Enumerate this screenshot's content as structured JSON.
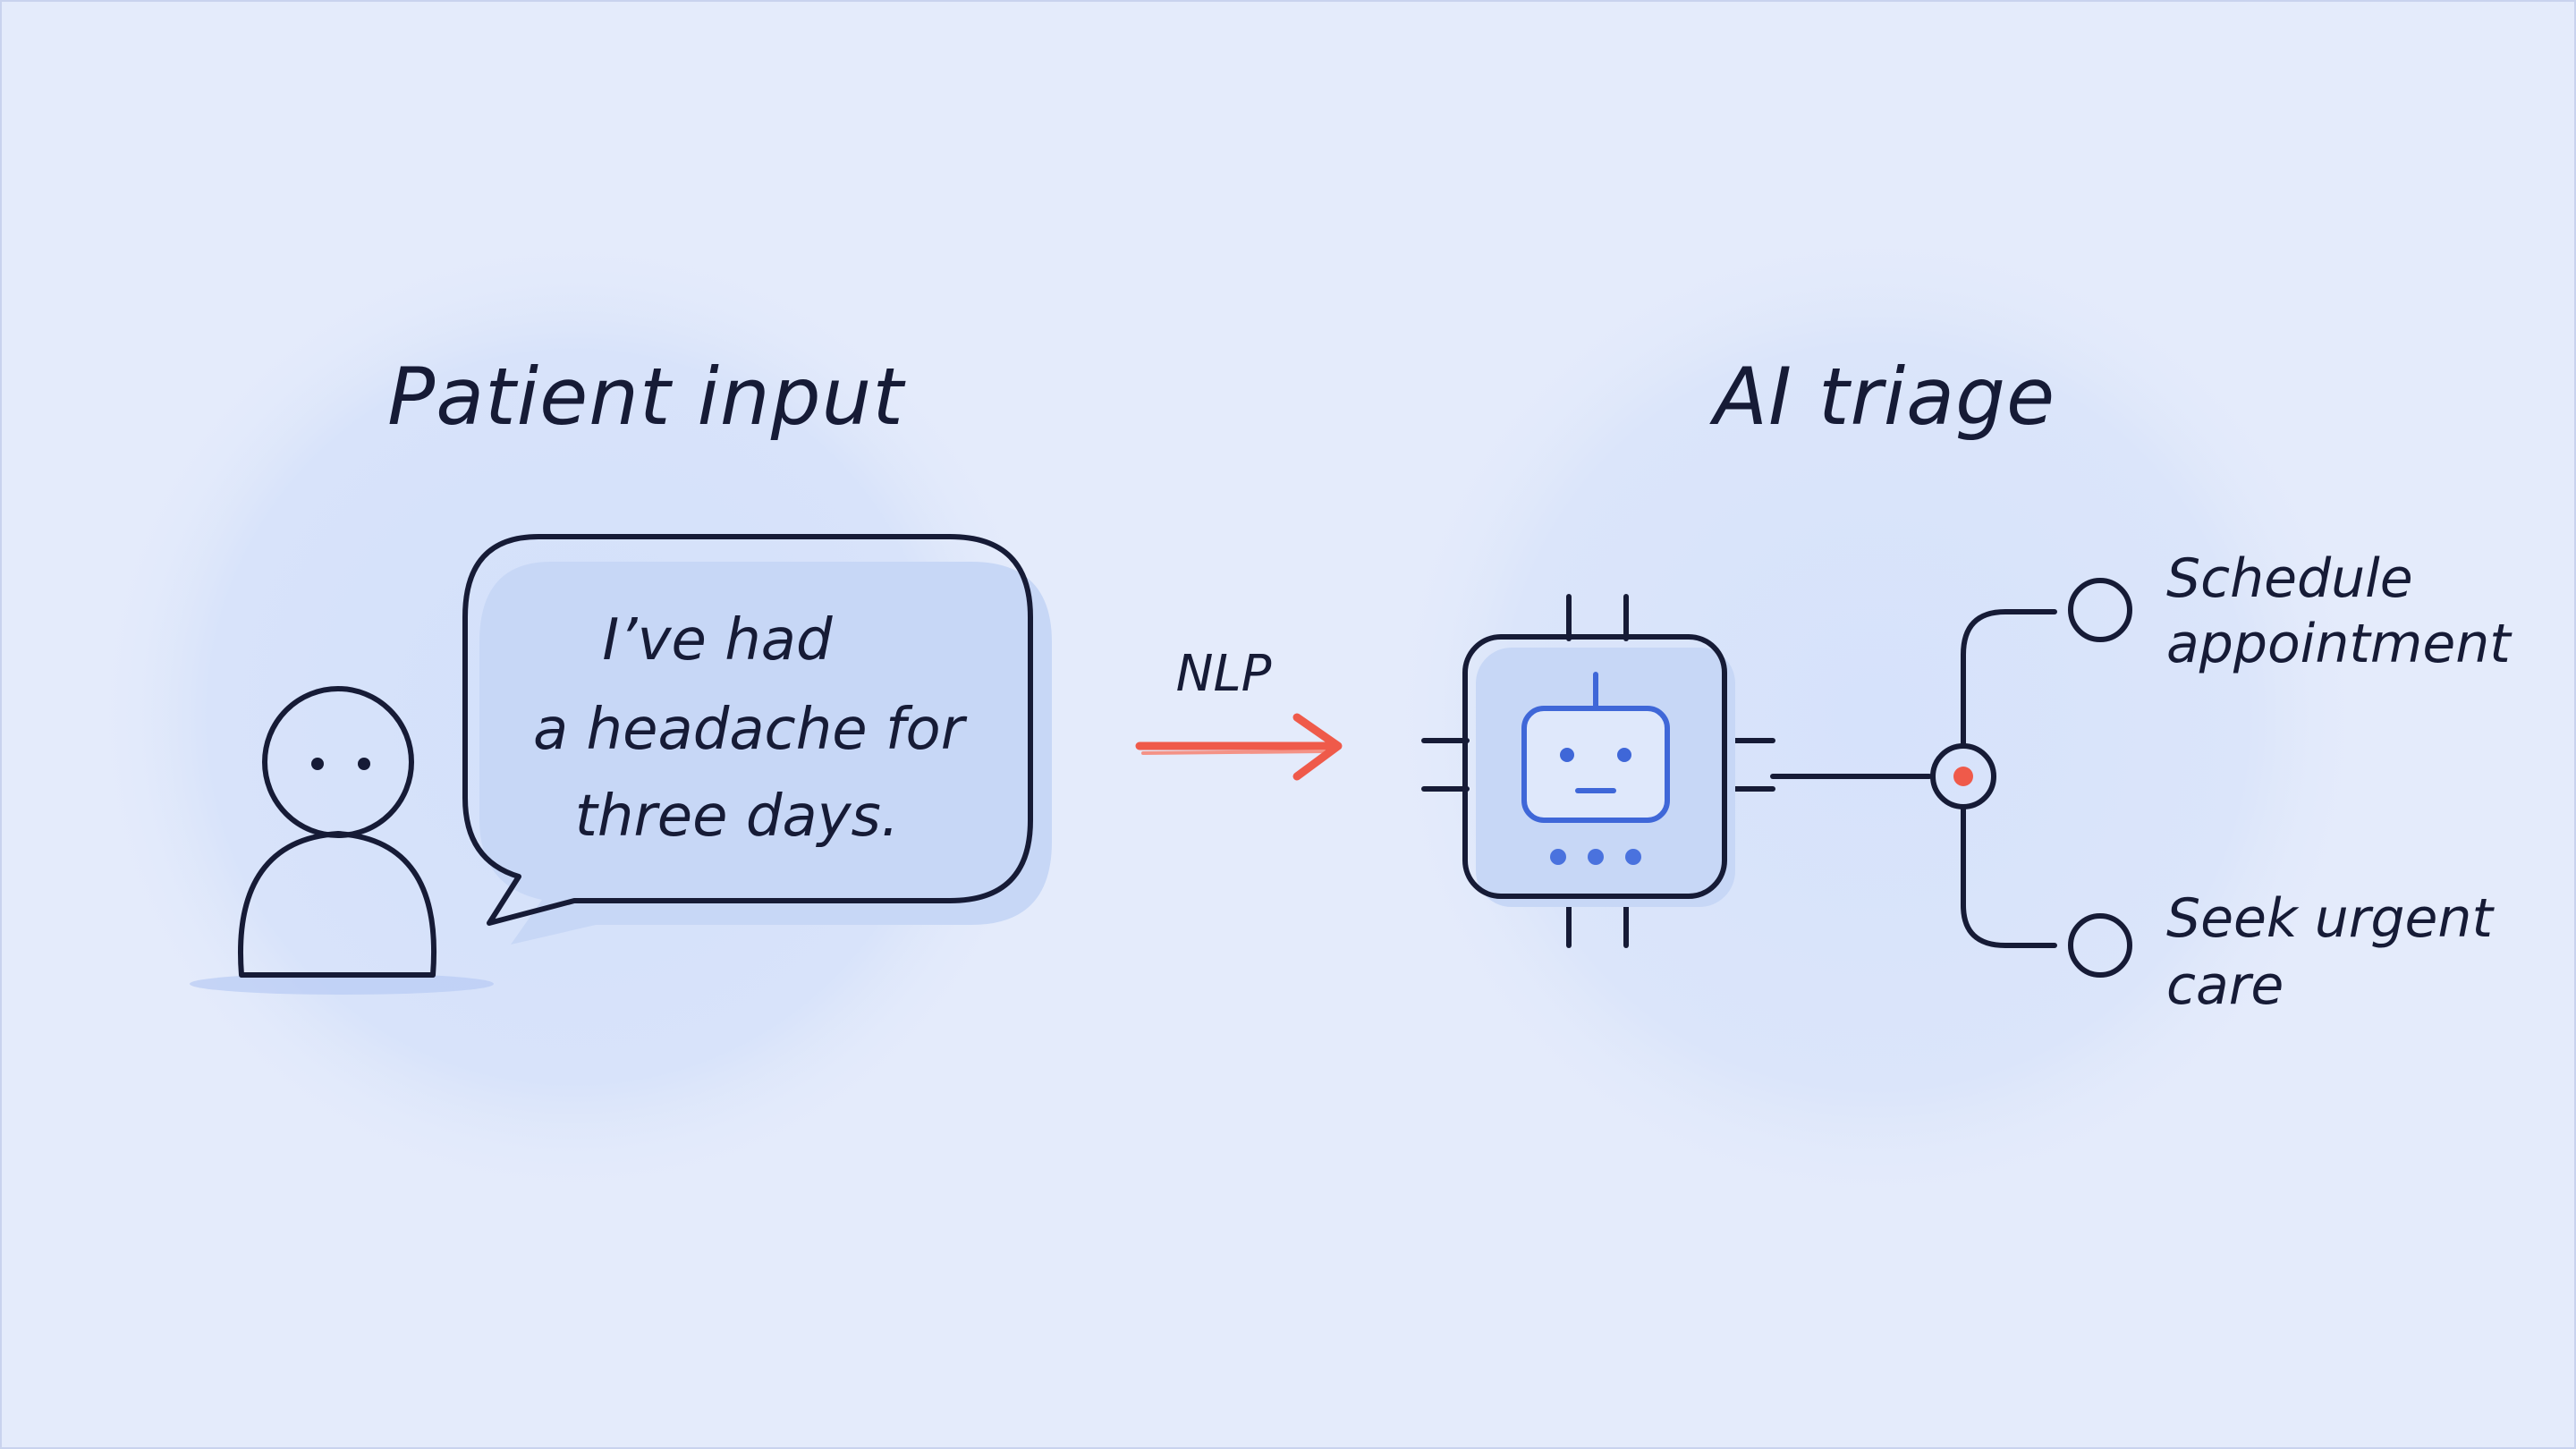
{
  "left_panel": {
    "title": "Patient input",
    "speech_lines": [
      "I’ve had",
      "a headache for",
      "three days."
    ]
  },
  "connector": {
    "label": "NLP"
  },
  "right_panel": {
    "title": "AI triage",
    "options": [
      {
        "line1": "Schedule",
        "line2": "appointment",
        "color": "#c9d9f5"
      },
      {
        "line1": "Seek urgent",
        "line2": "care",
        "color": "#f6c9cf"
      }
    ]
  },
  "colors": {
    "background": "#e4ebfb",
    "ink": "#161b36",
    "accent_blue": "#3f67d8",
    "arrow_red": "#ef5a4a"
  },
  "icons": [
    "person-icon",
    "speech-bubble-icon",
    "arrow-right-icon",
    "ai-chip-icon",
    "robot-face-icon",
    "decision-node-icon"
  ]
}
